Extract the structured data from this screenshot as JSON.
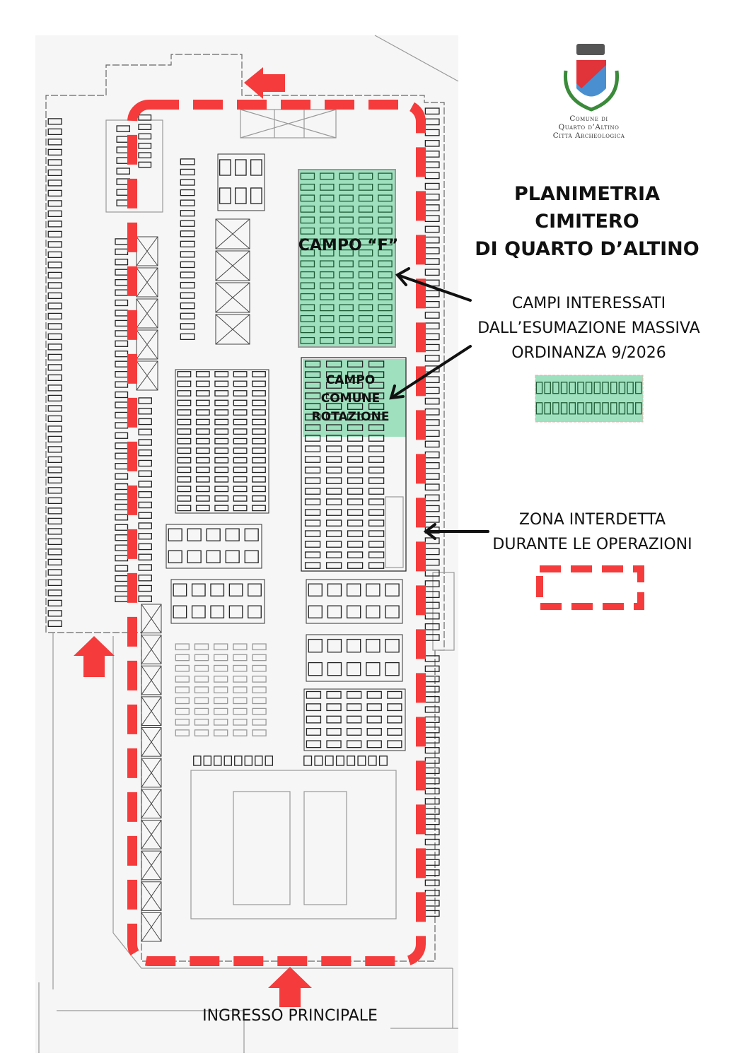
{
  "title": {
    "line1": "PLANIMETRIA CIMITERO",
    "line2": "DI QUARTO D’ALTINO"
  },
  "logo": {
    "line1": "Comune di",
    "line2": "Quarto d’Altino",
    "line3": "Città Archeologica"
  },
  "campi": {
    "campo_f": "CAMPO “F”",
    "campo_comune": [
      "CAMPO",
      "COMUNE",
      "ROTAZIONE"
    ]
  },
  "legend": {
    "affected": [
      "CAMPI INTERESSATI",
      "DALL’ESUMAZIONE MASSIVA",
      "ORDINANZA 9/2026"
    ],
    "restricted": [
      "ZONA INTERDETTA",
      "DURANTE LE OPERAZIONI"
    ]
  },
  "entrance": "INGRESSO PRINCIPALE",
  "colors": {
    "restricted_zone": "#f53b3b",
    "affected_fields": "#9fe0bf",
    "arrows": "#f53b3b"
  }
}
